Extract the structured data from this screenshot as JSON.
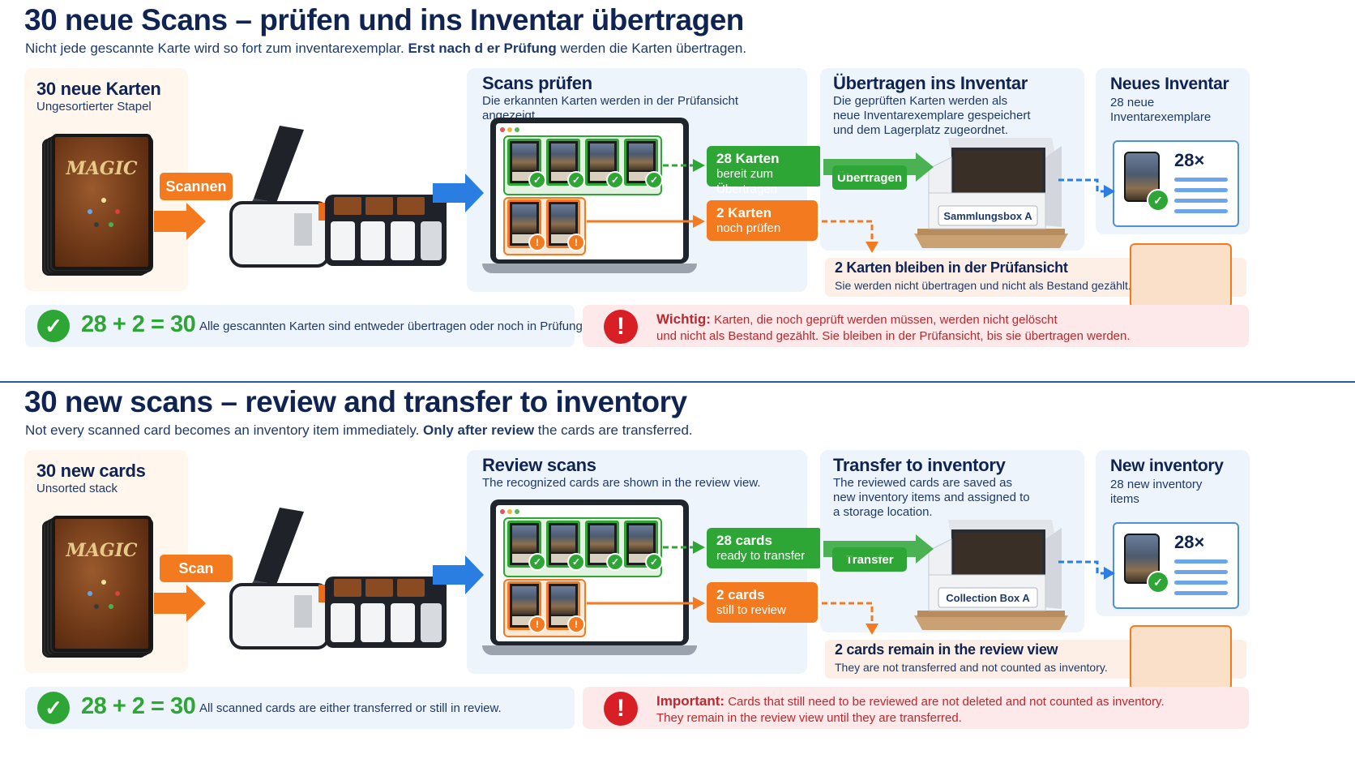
{
  "colors": {
    "navy": "#0f2453",
    "orange": "#f47a1f",
    "green": "#2ea636",
    "blue": "#2a7de1",
    "red": "#d81f26"
  },
  "de": {
    "title": "30 neue Scans – prüfen und ins Inventar übertragen",
    "subtitle_a": "Nicht jede gescannte Karte wird so fort zum inventarexemplar. ",
    "subtitle_b": "Erst nach d er Prüfung",
    "subtitle_c": " werden die Karten übertragen.",
    "stack": {
      "title": "30 neue Karten",
      "text": "Ungesortierter Stapel"
    },
    "scan_button": "Scannen",
    "card_logo": "MAGIC",
    "review": {
      "title": "Scans prüfen",
      "text": "Die erkannten Karten werden in der Prüfansicht angezeigt."
    },
    "ready": {
      "big": "28 Karten",
      "small": "bereit zum Übertragen"
    },
    "pending": {
      "big": "2 Karten",
      "small": "noch prüfen"
    },
    "transfer": {
      "title": "Übertragen ins Inventar",
      "text": "Die geprüften Karten werden als neue Inventarexemplare gespeichert und dem Lagerplatz zugeordnet."
    },
    "transfer_button": "Übertragen",
    "box_label": "Sammlungsbox A",
    "inventory": {
      "title": "Neues Inventar",
      "text": "28 neue Inventarexemplare",
      "count": "28×"
    },
    "remain": {
      "title": "2 Karten bleiben in der Prüfansicht",
      "text": "Sie werden nicht übertragen und nicht als Bestand gezählt."
    },
    "equation": "28 + 2 = 30",
    "equation_text": "Alle gescannten Karten sind entweder übertragen oder noch in Prüfung.",
    "warn_label": "Wichtig:",
    "warn_line1": "Karten, die noch geprüft werden müssen, werden nicht gelöscht",
    "warn_line2": "und nicht als Bestand gezählt. Sie bleiben in der Prüfansicht, bis sie übertragen werden."
  },
  "en": {
    "title": "30 new scans – review and transfer to inventory",
    "subtitle_a": "Not every scanned card becomes an inventory item immediately. ",
    "subtitle_b": "Only after review",
    "subtitle_c": " the cards are transferred.",
    "stack": {
      "title": "30 new cards",
      "text": "Unsorted stack"
    },
    "scan_button": "Scan",
    "card_logo": "MAGIC",
    "review": {
      "title": "Review scans",
      "text": "The recognized cards are shown in the review view."
    },
    "ready": {
      "big": "28 cards",
      "small": "ready to transfer"
    },
    "pending": {
      "big": "2 cards",
      "small": "still to review"
    },
    "transfer": {
      "title": "Transfer to inventory",
      "text": "The reviewed cards are saved as new inventory items and assigned to a storage location."
    },
    "transfer_button": "Transfer",
    "box_label": "Collection Box A",
    "inventory": {
      "title": "New inventory",
      "text": "28 new inventory items",
      "count": "28×"
    },
    "remain": {
      "title": "2 cards remain in the review view",
      "text": "They are not transferred and not counted as inventory."
    },
    "equation": "28 + 2 = 30",
    "equation_text": "All scanned cards are either transferred or still in review.",
    "warn_label": "Important:",
    "warn_line1": "Cards that still need to be reviewed are not deleted and not counted as inventory.",
    "warn_line2": "They remain in the review view until they are transferred."
  }
}
